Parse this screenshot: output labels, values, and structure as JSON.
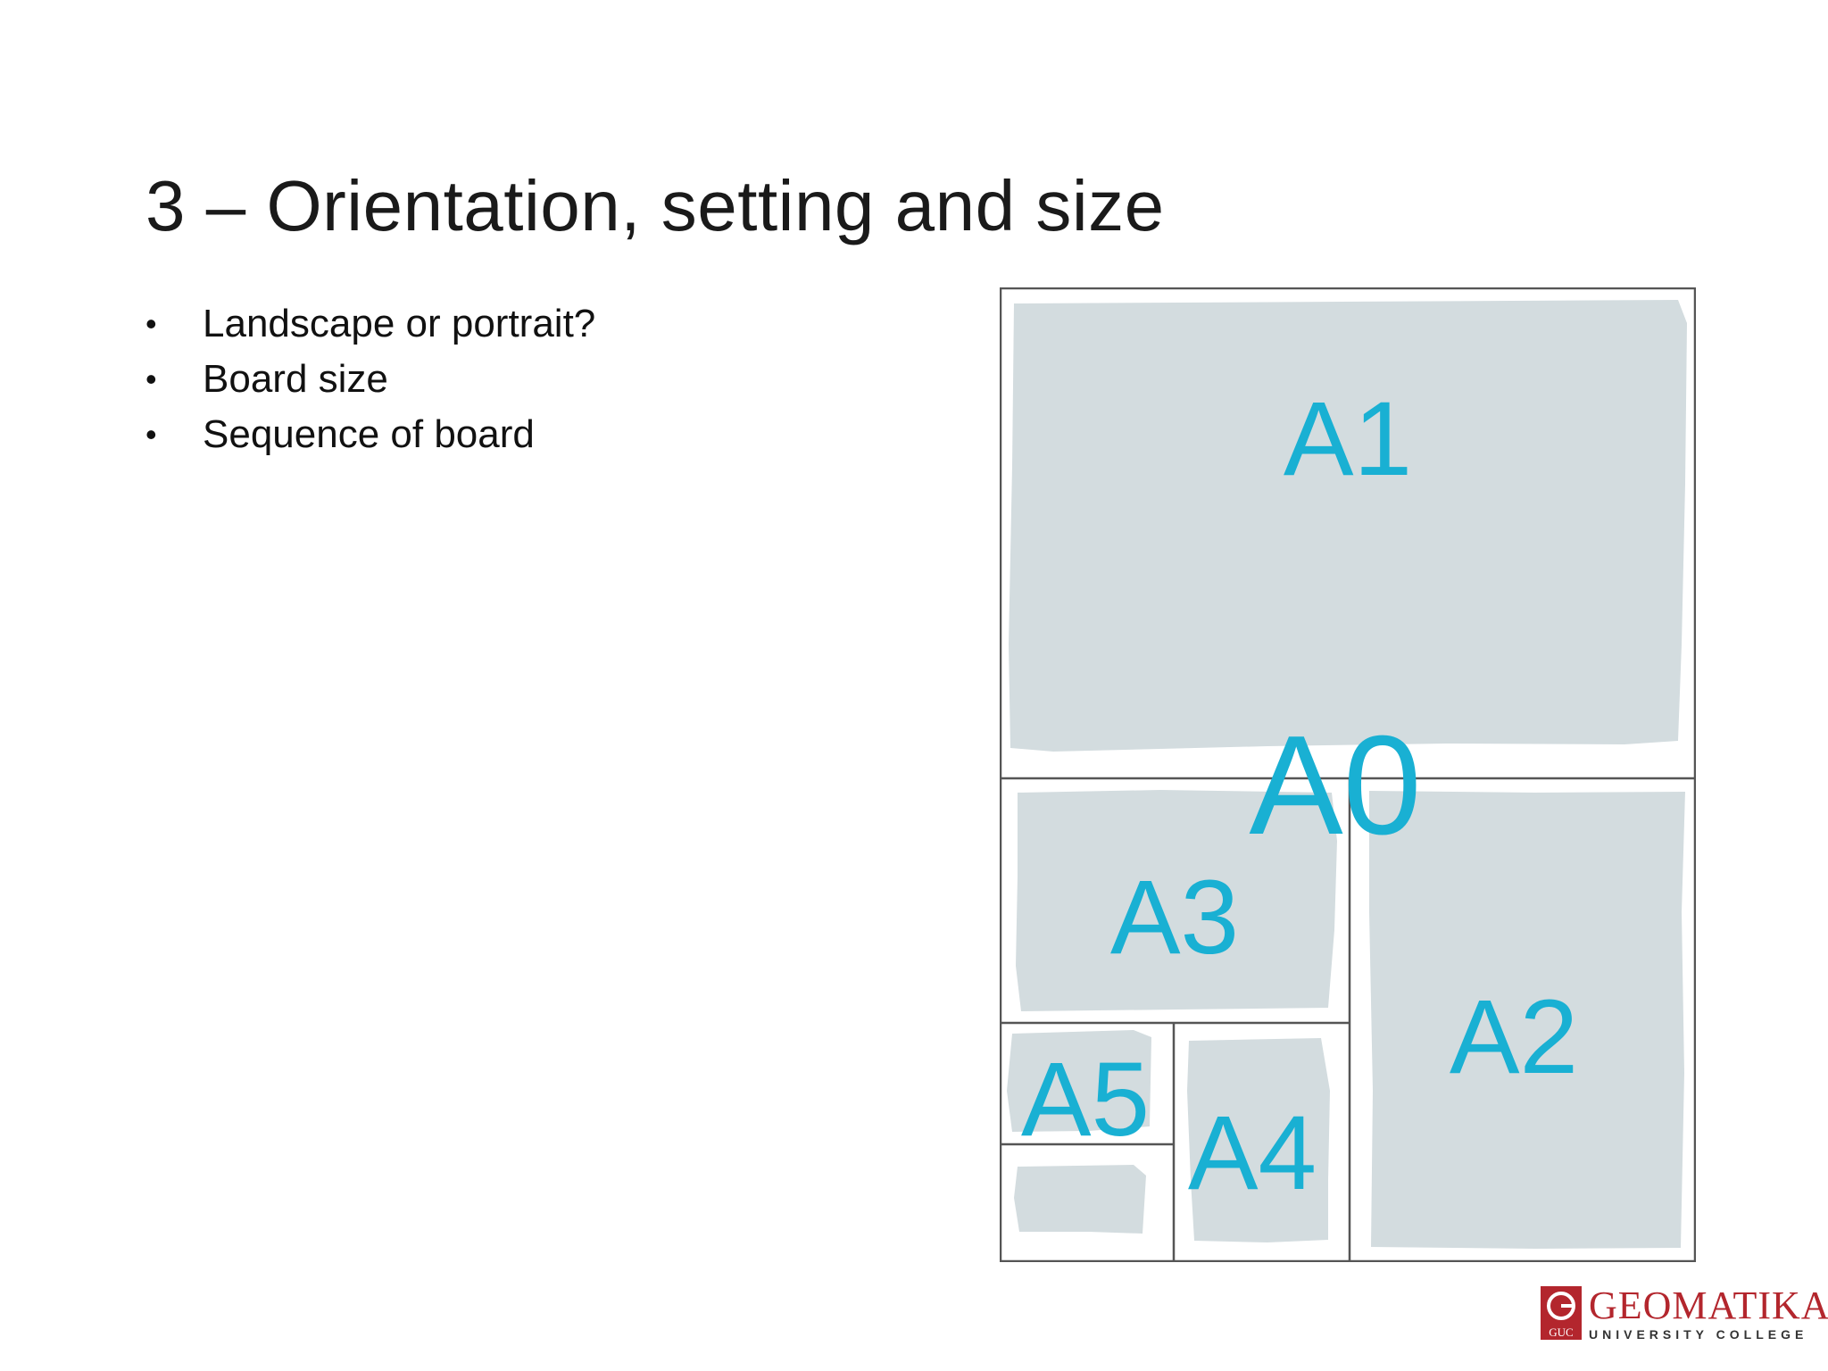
{
  "slide": {
    "title": "3 – Orientation, setting and size",
    "bullets": [
      "Landscape or portrait?",
      "Board size",
      "Sequence of board"
    ]
  },
  "diagram": {
    "sheets": [
      "A0",
      "A1",
      "A2",
      "A3",
      "A4",
      "A5"
    ],
    "colors": {
      "frame": "#555555",
      "fill": "#d3dcdf",
      "label": "#19b0d3"
    }
  },
  "logo": {
    "name": "GEOMATIKA",
    "subtitle": "UNIVERSITY COLLEGE",
    "mark_text": "GUC",
    "colors": {
      "brand": "#b3262d"
    }
  }
}
